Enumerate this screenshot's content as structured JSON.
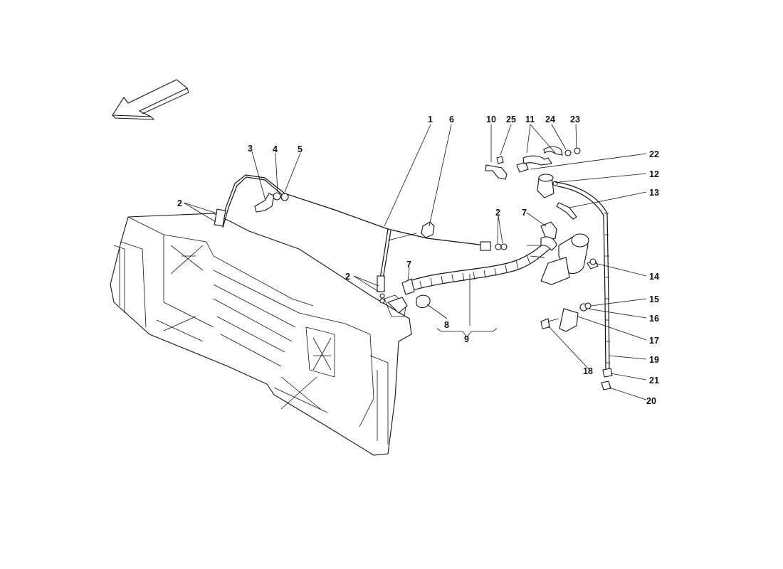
{
  "diagram": {
    "callouts": [
      "1",
      "2",
      "2",
      "2",
      "3",
      "4",
      "5",
      "6",
      "7",
      "7",
      "8",
      "9",
      "10",
      "11",
      "12",
      "13",
      "14",
      "15",
      "16",
      "17",
      "18",
      "19",
      "20",
      "21",
      "22",
      "23",
      "24",
      "25"
    ],
    "direction_arrow_icon": "front-direction-arrow-icon"
  }
}
